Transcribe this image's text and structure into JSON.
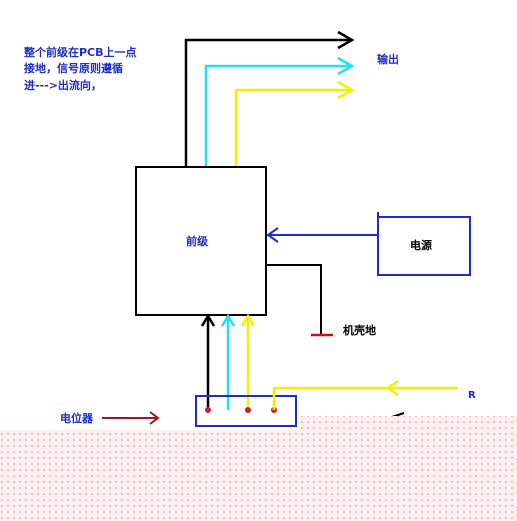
{
  "note": {
    "lines": [
      "整个前级在PCB上一点",
      "接地，信号原则遵循",
      "进--->出流向，"
    ]
  },
  "labels": {
    "output": "输出",
    "preamp": "前级",
    "power": "电源",
    "chassis_ground": "机壳地",
    "potentiometer": "电位器",
    "r": "R"
  },
  "colors": {
    "background": "#ffffff",
    "black_line": "#000000",
    "cyan_line": "#22e0f0",
    "yellow_line": "#f4f000",
    "blue_line": "#1c2ccf",
    "dark_red_line": "#9c1a1a",
    "red_ground": "#cc1111",
    "dot_red": "#cc2222",
    "dotted_overlay_bg": "#fcefef",
    "dotted_overlay_dot": "#e7a0a0"
  }
}
